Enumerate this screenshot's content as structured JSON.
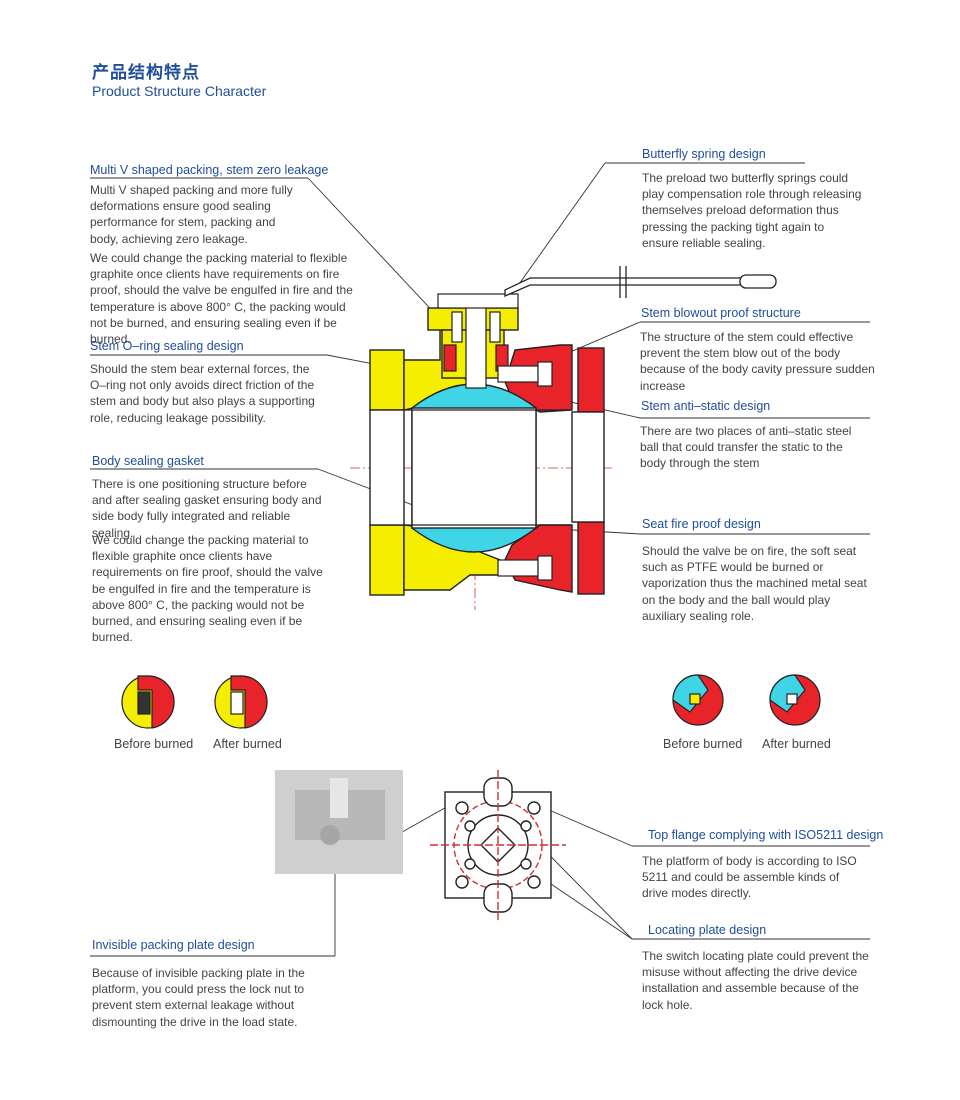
{
  "title_cn": "产品结构特点",
  "title_en": "Product Structure Character",
  "colors": {
    "accent": "#1f4e9a",
    "fire_red": "#e8232a",
    "yellow": "#f6ee00",
    "cyan": "#3fd4e6"
  },
  "callouts": {
    "multi_v": {
      "heading": "Multi V shaped packing, stem zero leakage",
      "p1": "Multi V shaped packing and more fully deformations ensure good sealing performance for stem, packing and body, achieving zero leakage.",
      "p2": "We could change the packing material to flexible graphite once clients have requirements on fire proof, should the valve be engulfed in fire and the temperature is above 800°  C, the packing would not be burned, and ensuring sealing even if be burned."
    },
    "oring": {
      "heading": "Stem O–ring sealing design",
      "p1": "Should the stem bear external forces, the O–ring not only avoids direct friction of the stem and body but also plays a supporting role, reducing leakage possibility."
    },
    "gasket": {
      "heading": "Body sealing gasket",
      "p1": "There is one positioning structure before and after sealing gasket ensuring body and side body fully integrated and reliable sealing.",
      "p2": "We could change the packing material to flexible graphite once clients have requirements on fire proof, should the valve be engulfed in fire and the temperature is above 800°  C, the packing would not be burned, and ensuring sealing even if be burned."
    },
    "butterfly": {
      "heading": "Butterfly spring design",
      "p1": "The preload two butterfly springs could play compensation role through releasing themselves preload deformation thus pressing the packing tight again to ensure reliable sealing."
    },
    "blowout": {
      "heading": "Stem blowout proof structure",
      "p1": "The structure of the stem could effective prevent the stem blow out of the body because of the body cavity pressure sudden increase"
    },
    "antistatic": {
      "heading": "Stem anti–static design",
      "p1": "There are two places of anti–static steel ball that could transfer the static to the body through the stem"
    },
    "seatfire": {
      "heading": "Seat fire proof design",
      "p1": "Should the valve be on fire, the soft seat such as PTFE would be burned or vaporization thus the machined metal seat on the body and the ball would play auxiliary sealing role."
    },
    "topflange": {
      "heading": "Top flange complying with ISO5211 design",
      "p1": "The platform of body is according to ISO 5211 and could be assemble kinds of drive modes directly."
    },
    "locating": {
      "heading": "Locating plate design",
      "p1": "The switch locating plate could prevent the misuse without affecting the drive device installation and assemble because of the lock hole."
    },
    "invisible": {
      "heading": "Invisible packing plate design",
      "p1": "Because of invisible packing plate in the platform, you could press the lock nut to prevent stem external leakage without dismounting the drive in the load state."
    }
  },
  "captions": {
    "left_before": "Before burned",
    "left_after": "After burned",
    "right_before": "Before burned",
    "right_after": "After burned"
  }
}
